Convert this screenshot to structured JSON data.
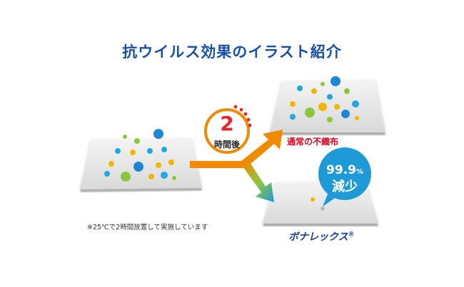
{
  "title": "抗ウイルス効果のイラスト紹介",
  "timer": {
    "value": "2",
    "label": "時間後"
  },
  "results": {
    "normal_label": "通常の不織布",
    "bonarex_label": "ボナレックス",
    "bonarex_mark": "®"
  },
  "badge": {
    "value": "99.9",
    "unit": "%",
    "label": "減少"
  },
  "footnote": "※25℃で2時間放置して実施しています",
  "colors": {
    "title": "#1a4fa6",
    "arrow_orange": "#f08a00",
    "arrow_green": "#2bb673",
    "badge_blue": "#1e9bd7",
    "virus_blue": "#1f86d6",
    "virus_cyan": "#22a7e0",
    "virus_yellow": "#f2b600",
    "virus_green": "#8cc63f",
    "timer_red": "#e8252c"
  },
  "icons": [
    "virus-icon",
    "sheet-icon",
    "arrow-icon",
    "timer-ring-icon",
    "speech-badge-icon"
  ]
}
